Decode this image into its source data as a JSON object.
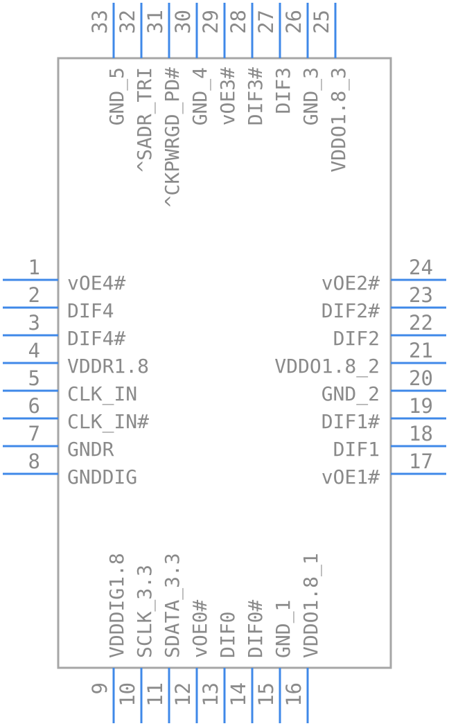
{
  "component": {
    "colors": {
      "pin": "#3f88e8",
      "outline": "#a6a6a6",
      "text": "#8a8a8a"
    },
    "left_pins": [
      {
        "number": "1",
        "label": "vOE4#"
      },
      {
        "number": "2",
        "label": "DIF4"
      },
      {
        "number": "3",
        "label": "DIF4#"
      },
      {
        "number": "4",
        "label": "VDDR1.8"
      },
      {
        "number": "5",
        "label": "CLK_IN"
      },
      {
        "number": "6",
        "label": "CLK_IN#"
      },
      {
        "number": "7",
        "label": "GNDR"
      },
      {
        "number": "8",
        "label": "GNDDIG"
      }
    ],
    "bottom_pins": [
      {
        "number": "9",
        "label": "VDDDIG1.8"
      },
      {
        "number": "10",
        "label": "SCLK_3.3"
      },
      {
        "number": "11",
        "label": "SDATA_3.3"
      },
      {
        "number": "12",
        "label": "vOE0#"
      },
      {
        "number": "13",
        "label": "DIF0"
      },
      {
        "number": "14",
        "label": "DIF0#"
      },
      {
        "number": "15",
        "label": "GND_1"
      },
      {
        "number": "16",
        "label": "VDDO1.8_1"
      }
    ],
    "right_pins": [
      {
        "number": "17",
        "label": "vOE1#"
      },
      {
        "number": "18",
        "label": "DIF1"
      },
      {
        "number": "19",
        "label": "DIF1#"
      },
      {
        "number": "20",
        "label": "GND_2"
      },
      {
        "number": "21",
        "label": "VDDO1.8_2"
      },
      {
        "number": "22",
        "label": "DIF2"
      },
      {
        "number": "23",
        "label": "DIF2#"
      },
      {
        "number": "24",
        "label": "vOE2#"
      }
    ],
    "top_pins": [
      {
        "number": "25",
        "label": "VDDO1.8_3"
      },
      {
        "number": "26",
        "label": "GND_3"
      },
      {
        "number": "27",
        "label": "DIF3"
      },
      {
        "number": "28",
        "label": "DIF3#"
      },
      {
        "number": "29",
        "label": "vOE3#"
      },
      {
        "number": "30",
        "label": "GND_4"
      },
      {
        "number": "31",
        "label": "^CKPWRGD_PD#"
      },
      {
        "number": "32",
        "label": "^SADR_TRI"
      },
      {
        "number": "33",
        "label": "GND_5"
      }
    ]
  }
}
